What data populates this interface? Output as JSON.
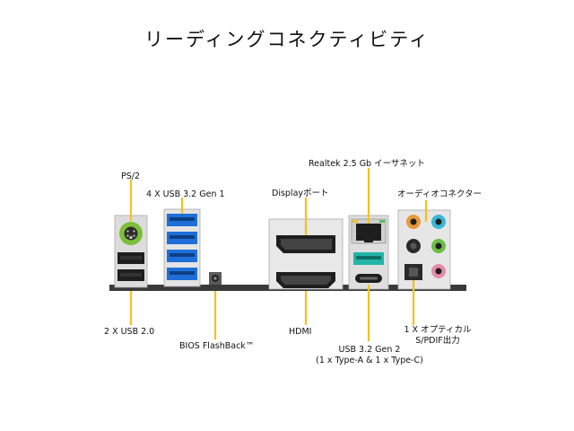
{
  "title": "リーディングコネクティビティ",
  "labels": {
    "ps2": "PS/2",
    "usb32gen1": "4 X USB 3.2 Gen 1",
    "usb20": "2 X USB 2.0",
    "bios": "BIOS FlashBack™",
    "displayport": "Displayポート",
    "hdmi": "HDMI",
    "ethernet": "Realtek 2.5 Gb イーサネット",
    "audio": "オーディオコネクター",
    "usb32gen2_line1": "USB 3.2 Gen 2",
    "usb32gen2_line2": "(1 x Type-A & 1 x Type-C)",
    "spdif_line1": "1 X オプティカル",
    "spdif_line2": "S/PDIF出力"
  },
  "colors": {
    "leader_line": "#f2c21b",
    "usb3_blue": "#1e6fd9",
    "ps2_green": "#7cbf3a",
    "audio_orange": "#e8983a",
    "audio_blue": "#39b7d6",
    "audio_green": "#6cbd45",
    "audio_pink": "#e58aa8",
    "ethernet_led_yellow": "#f2c21b",
    "ethernet_led_green": "#4fc35a",
    "usb_gen2_teal": "#21b5a8"
  }
}
